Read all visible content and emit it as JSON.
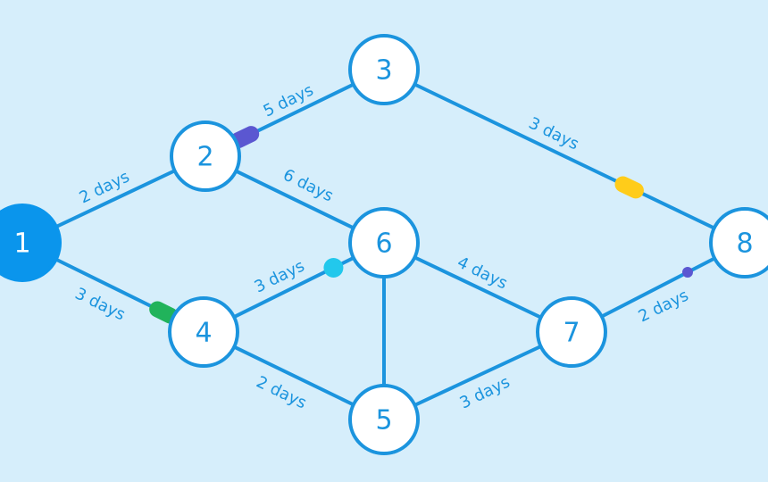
{
  "nodes": [
    {
      "id": "1",
      "label": "1",
      "start": true
    },
    {
      "id": "2",
      "label": "2"
    },
    {
      "id": "3",
      "label": "3"
    },
    {
      "id": "4",
      "label": "4"
    },
    {
      "id": "5",
      "label": "5"
    },
    {
      "id": "6",
      "label": "6"
    },
    {
      "id": "7",
      "label": "7"
    },
    {
      "id": "8",
      "label": "8"
    }
  ],
  "edges": [
    {
      "from": "1",
      "to": "2",
      "label": "2 days"
    },
    {
      "from": "1",
      "to": "4",
      "label": "3 days"
    },
    {
      "from": "2",
      "to": "3",
      "label": "5 days"
    },
    {
      "from": "2",
      "to": "6",
      "label": "6 days"
    },
    {
      "from": "3",
      "to": "8",
      "label": "3 days"
    },
    {
      "from": "4",
      "to": "6",
      "label": "3 days"
    },
    {
      "from": "4",
      "to": "5",
      "label": "2 days"
    },
    {
      "from": "6",
      "to": "5",
      "label": ""
    },
    {
      "from": "6",
      "to": "7",
      "label": "4 days"
    },
    {
      "from": "5",
      "to": "7",
      "label": "3 days"
    },
    {
      "from": "7",
      "to": "8",
      "label": "2 days"
    }
  ],
  "markers": [
    {
      "edge": "2-3",
      "color": "#5b57d1",
      "shape": "pill"
    },
    {
      "edge": "3-8",
      "color": "#ffcc1a",
      "shape": "pill"
    },
    {
      "edge": "1-4",
      "color": "#21b35b",
      "shape": "pill"
    },
    {
      "edge": "4-6",
      "color": "#22c8ec",
      "shape": "dot"
    },
    {
      "edge": "7-8",
      "color": "#5b57d1",
      "shape": "small-dot"
    }
  ],
  "colors": {
    "background": "#d6eefb",
    "line": "#1b94de",
    "start_fill": "#0a95ec",
    "node_fill": "#ffffff"
  }
}
